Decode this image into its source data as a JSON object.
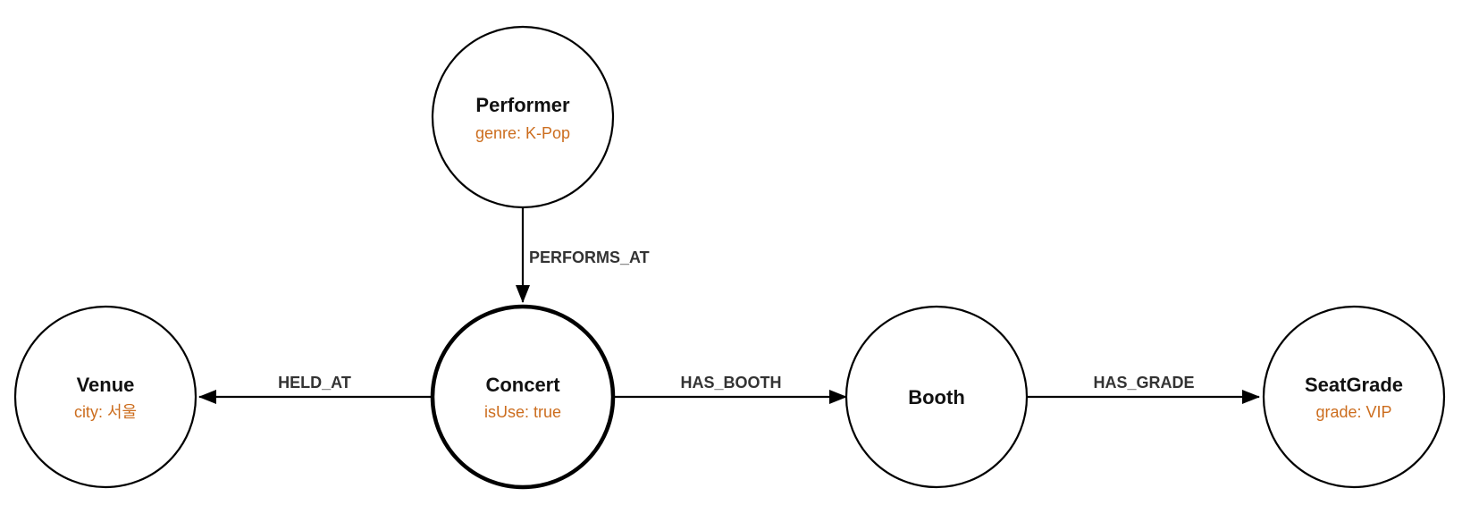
{
  "nodes": {
    "performer": {
      "label": "Performer",
      "property": "genre: K-Pop"
    },
    "venue": {
      "label": "Venue",
      "property": "city: 서울"
    },
    "concert": {
      "label": "Concert",
      "property": "isUse: true"
    },
    "booth": {
      "label": "Booth",
      "property": ""
    },
    "seatgrade": {
      "label": "SeatGrade",
      "property": "grade: VIP"
    }
  },
  "edges": {
    "performs_at": {
      "label": "PERFORMS_AT"
    },
    "held_at": {
      "label": "HELD_AT"
    },
    "has_booth": {
      "label": "HAS_BOOTH"
    },
    "has_grade": {
      "label": "HAS_GRADE"
    }
  },
  "colors": {
    "stroke": "#000000",
    "node_label": "#111111",
    "property": "#cc6d1e",
    "edge_label": "#333333",
    "background": "#ffffff"
  }
}
